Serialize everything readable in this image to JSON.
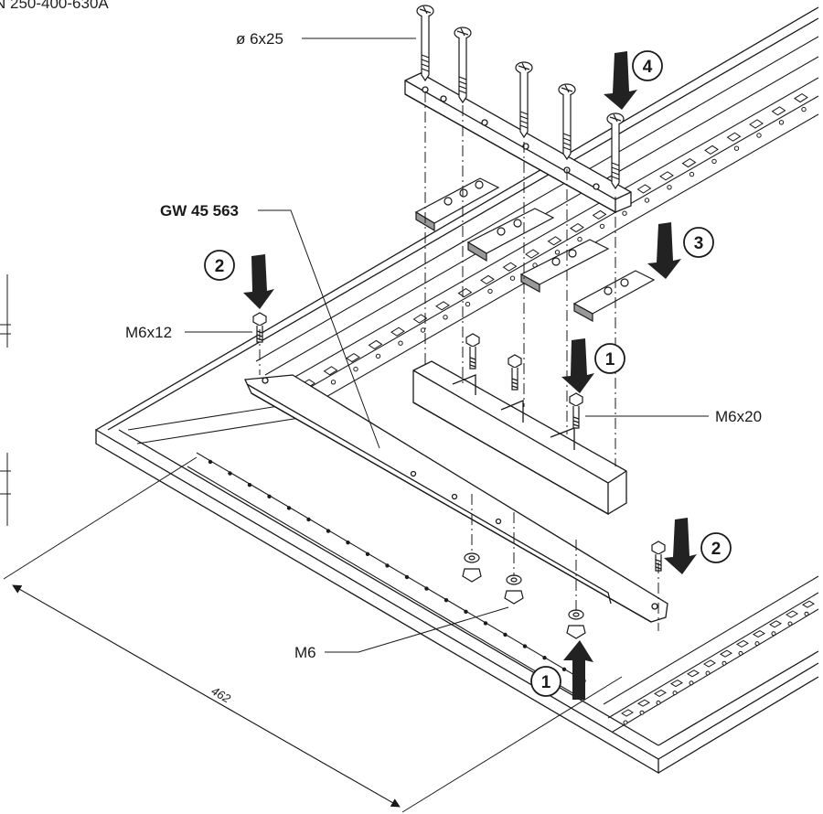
{
  "header_text": "N 250-400-630A",
  "callouts": {
    "screw_top": "ø 6x25",
    "part_number": "GW 45 563",
    "screw_left": "M6x12",
    "screw_right": "M6x20",
    "nut": "M6",
    "dimension": "462"
  },
  "steps": {
    "step1a": "1",
    "step1b": "1",
    "step2a": "2",
    "step2b": "2",
    "step3": "3",
    "step4": "4"
  },
  "colors": {
    "line": "#1a1a1a",
    "arrow": "#222222",
    "paper": "#ffffff",
    "shade": "#d0d0d0"
  }
}
